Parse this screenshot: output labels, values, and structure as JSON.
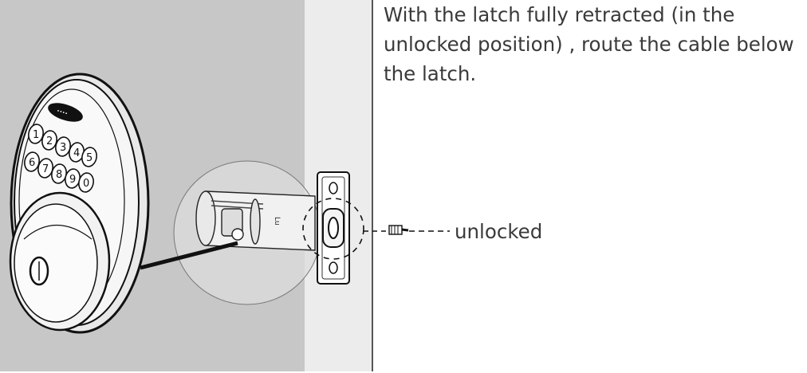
{
  "instruction": {
    "text": "With the latch fully retracted (in the unlocked position) , route the cable below the latch."
  },
  "callout": {
    "label": "unlocked"
  },
  "illustration": {
    "keypad_keys": [
      "1",
      "2",
      "3",
      "4",
      "5",
      "6",
      "7",
      "8",
      "9",
      "0"
    ],
    "colors": {
      "door_face": "#c7c7c7",
      "door_edge": "#ececec",
      "line": "#111111"
    }
  }
}
